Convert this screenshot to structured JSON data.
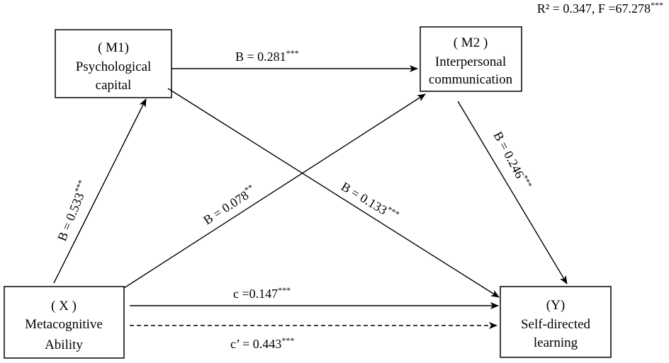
{
  "fit": {
    "text": "R² = 0.347, F =67.278",
    "sig": "***"
  },
  "nodes": {
    "m1": {
      "line1": "( M1)",
      "line2": "Psychological",
      "line3": "capital"
    },
    "m2": {
      "line1": "( M2 )",
      "line2": "Interpersonal",
      "line3": "communication"
    },
    "x": {
      "line1": "( X )",
      "line2": "Metacognitive",
      "line3": "Ability"
    },
    "y": {
      "line1": "(Y)",
      "line2": "Self-directed",
      "line3": "learning"
    }
  },
  "paths": {
    "m1_m2": {
      "text": "B = 0.281",
      "sig": "***"
    },
    "x_m1": {
      "text": "B = 0.533",
      "sig": "***"
    },
    "x_m2": {
      "text": "B = 0.078",
      "sig": "**"
    },
    "m1_y": {
      "text": "B = 0.133",
      "sig": "***"
    },
    "m2_y": {
      "text": "B = 0.246",
      "sig": "***"
    },
    "x_y_c": {
      "text": "c =0.147",
      "sig": "***"
    },
    "x_y_cp": {
      "text": "c’ = 0.443",
      "sig": "***"
    }
  }
}
